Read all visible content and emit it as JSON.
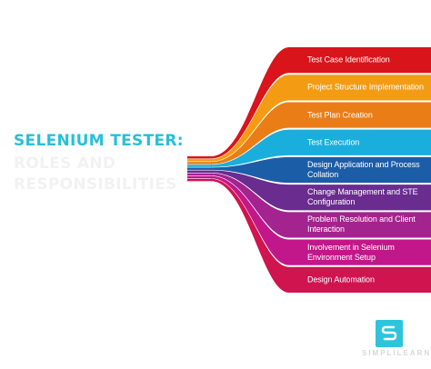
{
  "title": {
    "main": "SELENIUM TESTER:",
    "sub_line1": "ROLES AND",
    "sub_line2": "RESPONSIBILITIES"
  },
  "items": [
    {
      "label": "Test Case Identification",
      "color": "#d9141a"
    },
    {
      "label": "Project Structure Implementation",
      "color": "#f39c13"
    },
    {
      "label": "Test Plan Creation",
      "color": "#ea7d16"
    },
    {
      "label": "Test Execution",
      "color": "#1aaedc"
    },
    {
      "label": "Design Application and Process Collation",
      "color": "#1c5da8"
    },
    {
      "label": "Change Management and STE Configuration",
      "color": "#6a2c8f"
    },
    {
      "label": "Problem Resolution and Client Interaction",
      "color": "#a3238f"
    },
    {
      "label": "Involvement in Selenium Environment Setup",
      "color": "#c2178a"
    },
    {
      "label": "Design Automation",
      "color": "#cf1450"
    }
  ],
  "logo": {
    "text": "SIMPLILEARN",
    "icon": "simplilearn-logo-icon"
  }
}
